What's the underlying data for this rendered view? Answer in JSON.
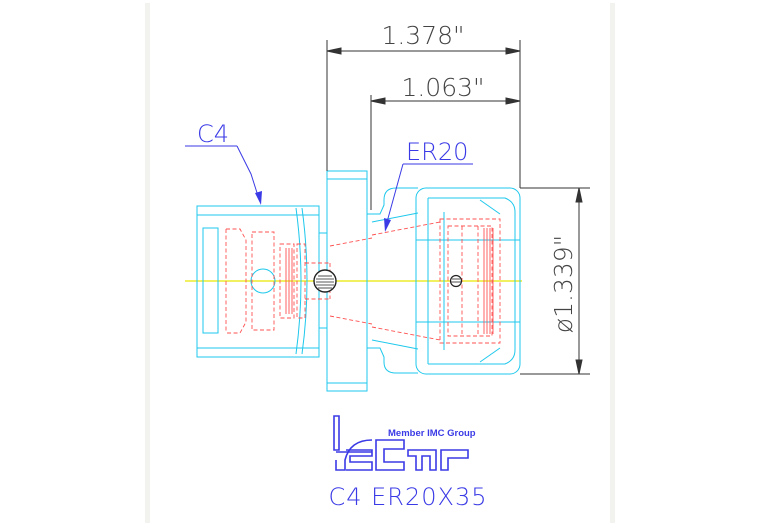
{
  "dimensions": {
    "overall_length": "1.378\"",
    "inner_length": "1.063\"",
    "diameter": "ø1.339\""
  },
  "callouts": {
    "shank": "C4",
    "collet": "ER20"
  },
  "logo": {
    "tagline": "Member IMC Group",
    "wordmark": "iscar"
  },
  "part_number": "C4 ER20X35",
  "colors": {
    "cyan_outline": "#1ec8ec",
    "red_hidden": "#ff5050",
    "blue_callout": "#3a3ae6",
    "dimension": "#333333",
    "centerline": "#e8e800"
  }
}
